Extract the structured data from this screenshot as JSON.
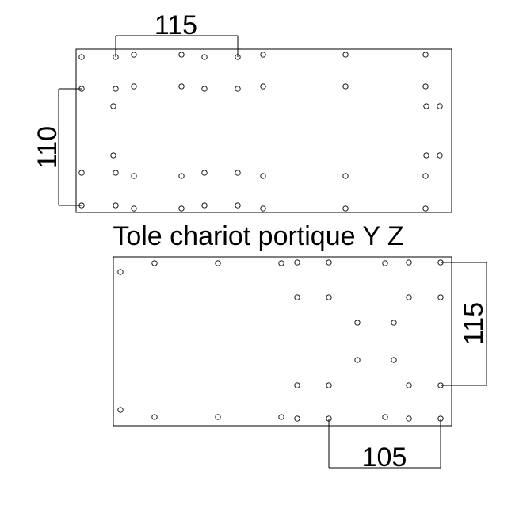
{
  "title": "Tole chariot portique Y Z",
  "top_plate": {
    "dim_horizontal": "115",
    "dim_vertical": "110"
  },
  "bottom_plate": {
    "dim_vertical": "115",
    "dim_horizontal": "105"
  },
  "colors": {
    "line": "#000000",
    "background": "#ffffff"
  }
}
